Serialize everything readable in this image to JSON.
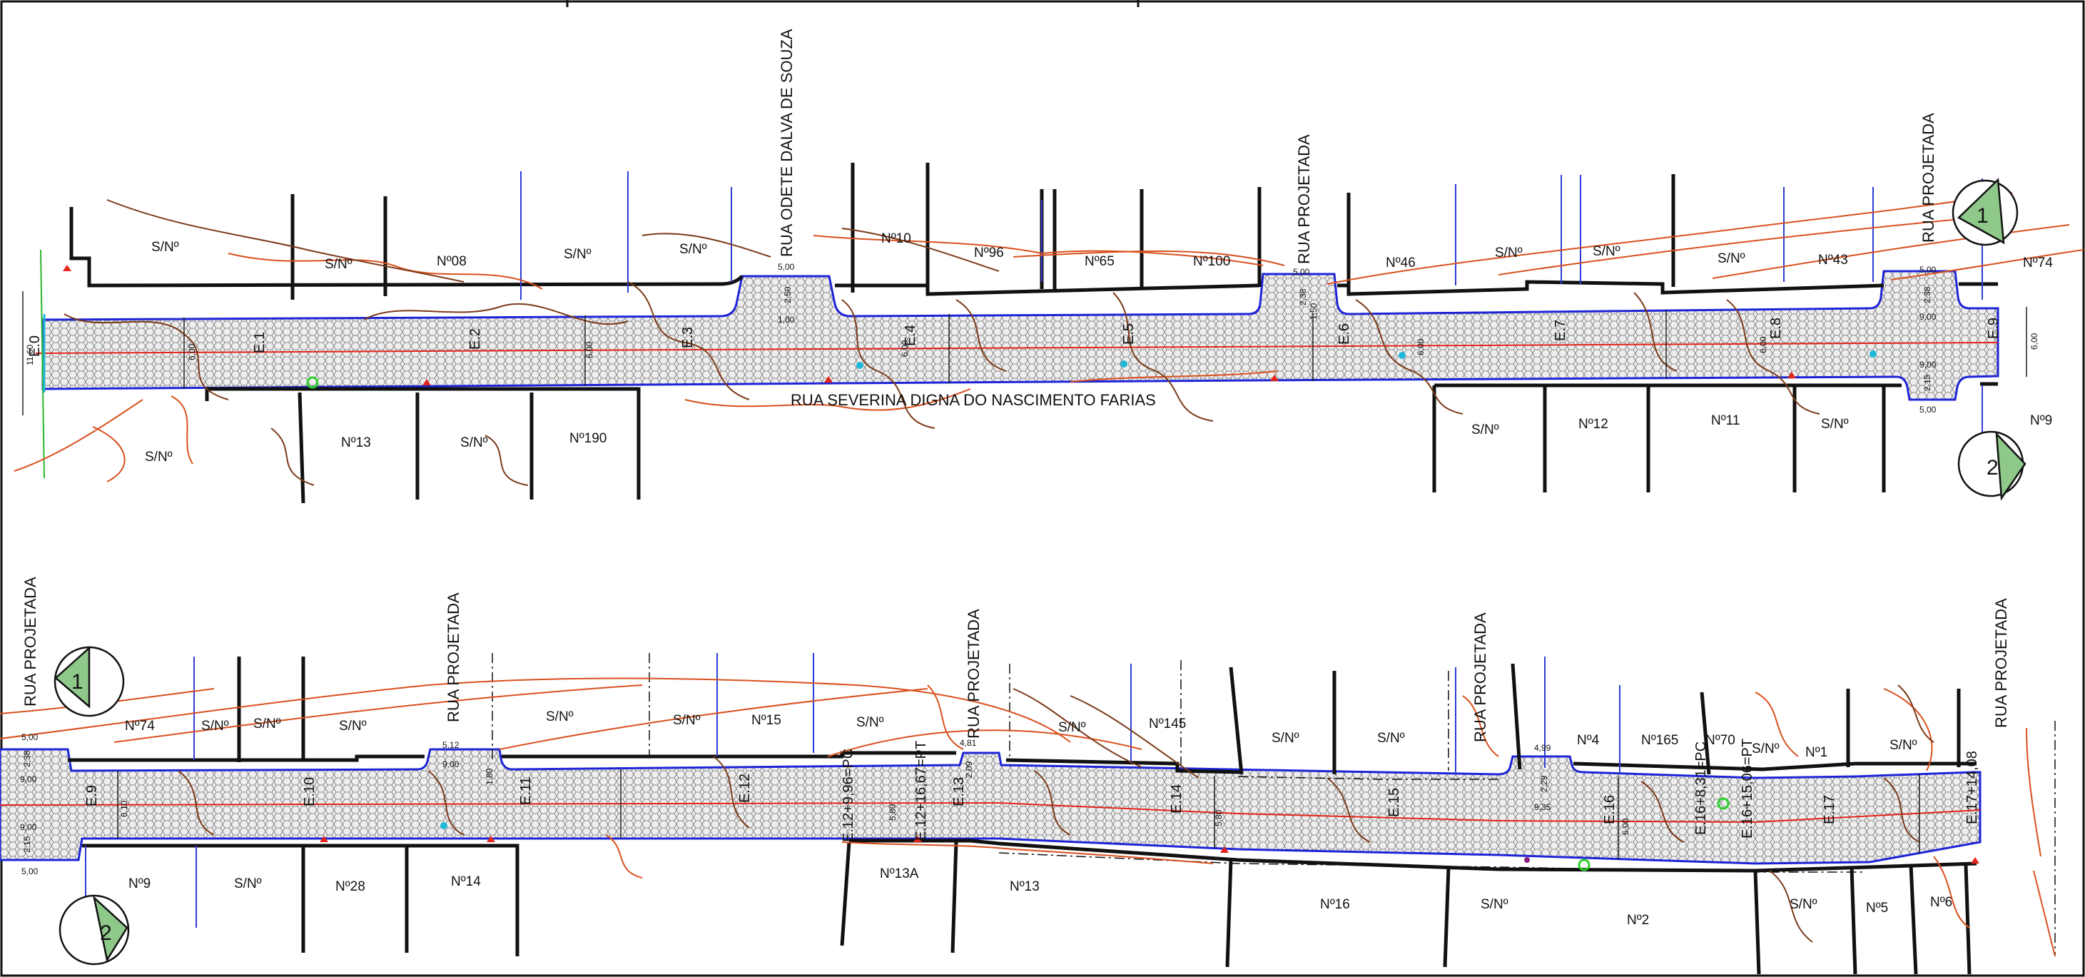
{
  "drawing": {
    "top_strip": {
      "streets": {
        "main": "RUA SEVERINA DIGNA DO NASCIMENTO FARIAS",
        "cross_1": "RUA ODETE DALVA DE SOUZA",
        "cross_2": "RUA PROJETADA",
        "cross_3": "RUA PROJETADA"
      },
      "stations": [
        "E.0",
        "E.1",
        "E.2",
        "E.3",
        "E.4",
        "E.5",
        "E.6",
        "E.7",
        "E.8",
        "E.9"
      ],
      "lots_north": [
        "S/Nº",
        "S/Nº",
        "Nº08",
        "S/Nº",
        "S/Nº",
        "Nº10",
        "Nº96",
        "Nº65",
        "Nº100",
        "Nº46",
        "S/Nº",
        "S/Nº",
        "S/Nº",
        "Nº43",
        "Nº74"
      ],
      "lots_south": [
        "S/Nº",
        "Nº13",
        "S/Nº",
        "Nº190",
        "S/Nº",
        "Nº12",
        "Nº11",
        "S/Nº",
        "Nº9"
      ],
      "dimensions": {
        "width_start": "11,60",
        "width_e1": "6,00",
        "width_e2": "6,00",
        "width_e4": "6,00",
        "width_e6": "6,00",
        "width_e8": "6,00",
        "width_e9": "6,00",
        "bulb1_top": "5,00",
        "bulb1_h": "2,50",
        "bulb1_w": "1,00",
        "bulb2_top": "5,00",
        "bulb2_a": "2,38",
        "bulb2_b": "1,50",
        "bulb3_top": "5,00",
        "bulb3_a": "2,38",
        "bulb3_b": "9,00",
        "bulb3_c": "9,00",
        "bulb3_d": "2,15",
        "bulb3_bottom": "5,00"
      },
      "markers": [
        "1",
        "2"
      ]
    },
    "bottom_strip": {
      "streets": {
        "cross_1": "RUA PROJETADA",
        "cross_2": "RUA PROJETADA",
        "cross_3": "RUA PROJETADA",
        "cross_4": "RUA PROJETADA",
        "cross_5": "RUA PROJETADA"
      },
      "stations": [
        "E.9",
        "E.10",
        "E.11",
        "E.12",
        "E.12+9,96=PC",
        "E.12+16,67=PT",
        "E.13",
        "E.14",
        "E.15",
        "E.16",
        "E.16+8,31=PC",
        "E.16+15,06=PT",
        "E.17",
        "E.17+14,08"
      ],
      "lots_north": [
        "Nº74",
        "S/Nº",
        "S/Nº",
        "S/Nº",
        "S/Nº",
        "S/Nº",
        "Nº15",
        "S/Nº",
        "S/Nº",
        "Nº145",
        "S/Nº",
        "S/Nº",
        "Nº4",
        "Nº165",
        "Nº70",
        "S/Nº",
        "Nº1",
        "S/Nº"
      ],
      "lots_south": [
        "Nº9",
        "S/Nº",
        "Nº28",
        "Nº14",
        "Nº13A",
        "Nº13",
        "Nº16",
        "S/Nº",
        "Nº2",
        "S/Nº",
        "Nº5",
        "Nº6"
      ],
      "dimensions": {
        "top_left": "5,00",
        "bottom_left": "5,00",
        "left_a": "2,38",
        "left_b": "9,00",
        "left_c": "9,00",
        "left_d": "2,15",
        "width_e9": "6,10",
        "bulb1_top": "5,12",
        "bulb1_a": "9,00",
        "bulb1_b": "1,80",
        "bulb2_top": "4,81",
        "bulb2_a": "2,09",
        "bulb3_top": "4,99",
        "bulb3_a": "2,29",
        "bulb3_b": "9,35",
        "width_e12": "5,80",
        "width_e14": "5,80",
        "width_e16": "6,00"
      },
      "markers": [
        "1",
        "2"
      ]
    }
  }
}
